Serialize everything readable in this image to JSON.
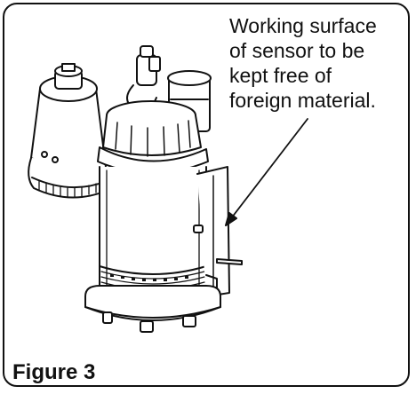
{
  "callout": {
    "text": "Working surface\nof sensor to be\nkept free of\nforeign material."
  },
  "figure": {
    "label": "Figure 3"
  },
  "colors": {
    "ink": "#111111",
    "fill": "#ffffff",
    "shade": "#e6e6e6"
  },
  "icons": {
    "pump": "sump-pump-drawing",
    "arrow": "callout-arrow"
  }
}
